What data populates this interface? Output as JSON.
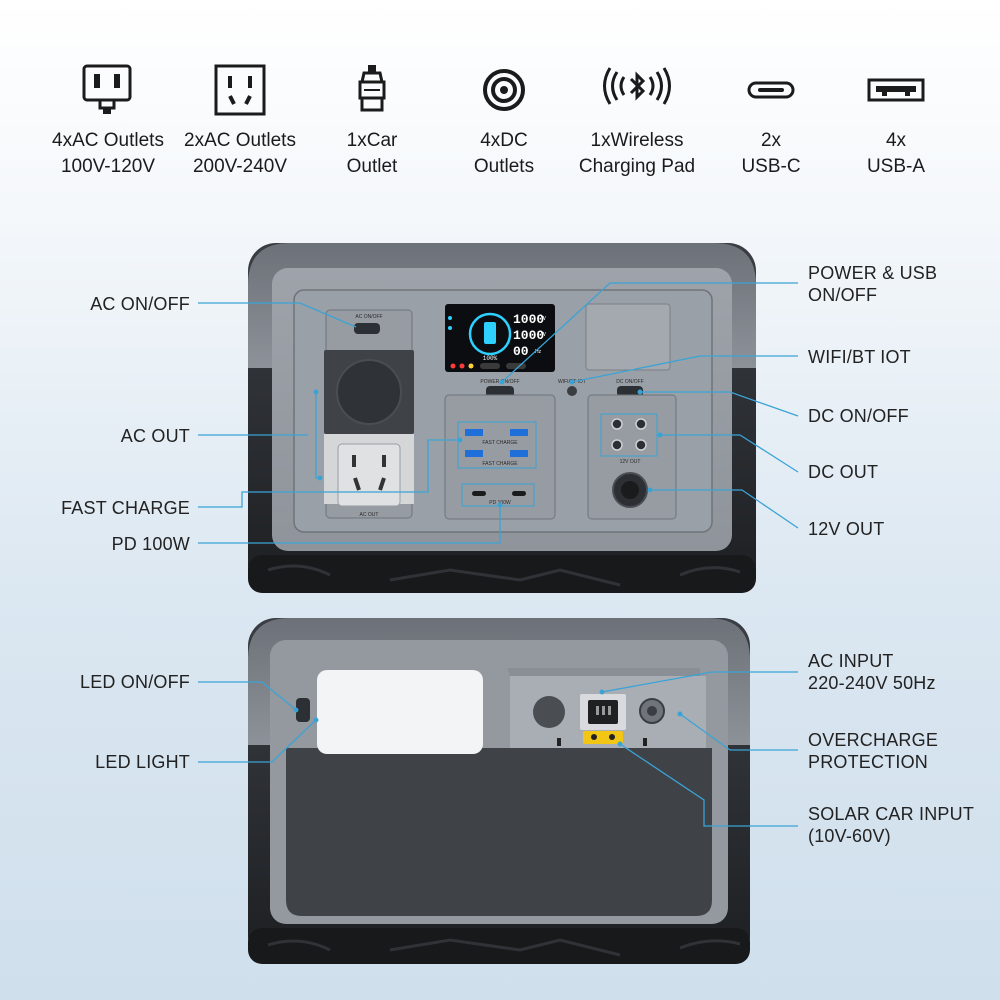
{
  "features": [
    {
      "icon": "ac-outlet-us-icon",
      "line1": "4xAC Outlets",
      "line2": "100V-120V"
    },
    {
      "icon": "ac-outlet-cn-icon",
      "line1": "2xAC Outlets",
      "line2": "200V-240V"
    },
    {
      "icon": "car-outlet-icon",
      "line1": "1xCar",
      "line2": "Outlet"
    },
    {
      "icon": "dc-outlet-icon",
      "line1": "4xDC",
      "line2": "Outlets"
    },
    {
      "icon": "wireless-charging-icon",
      "line1": "1xWireless",
      "line2": "Charging Pad"
    },
    {
      "icon": "usb-c-icon",
      "line1": "2x",
      "line2": "USB-C"
    },
    {
      "icon": "usb-a-icon",
      "line1": "4x",
      "line2": "USB-A"
    }
  ],
  "callouts_front": {
    "ac_onoff": "AC ON/OFF",
    "ac_out": "AC OUT",
    "fast_charge": "FAST CHARGE",
    "pd_100w": "PD 100W",
    "power_usb_1": "POWER & USB",
    "power_usb_2": "ON/OFF",
    "wifi_bt": "WIFI/BT IOT",
    "dc_onoff": "DC ON/OFF",
    "dc_out": "DC OUT",
    "out_12v": "12V OUT"
  },
  "callouts_back": {
    "led_onoff": "LED ON/OFF",
    "led_light": "LED LIGHT",
    "ac_input_1": "AC INPUT",
    "ac_input_2": "220-240V 50Hz",
    "overcharge_1": "OVERCHARGE",
    "overcharge_2": "PROTECTION",
    "solar_1": "SOLAR CAR INPUT",
    "solar_2": "(10V-60V)"
  },
  "device_labels": {
    "ac_onoff": "AC ON/OFF",
    "ac_out": "AC OUT",
    "power_onoff": "POWER ON/OFF",
    "wifi_bt": "WIFI/BT IOT",
    "dc_onoff": "DC ON/OFF",
    "fast_charge_1": "FAST CHARGE",
    "fast_charge_2": "FAST CHARGE",
    "pd_100w": "PD 100W",
    "out_12v": "12V OUT"
  },
  "display": {
    "percent": "100%",
    "row1": "1000",
    "row2": "1000",
    "row3": "00",
    "row1_unit": "W",
    "row2_unit": "W",
    "row3_unit": "Hz"
  },
  "colors": {
    "accent_line": "#3aa3d6",
    "body_dark": "#2c2f33",
    "body_gray": "#8f939a",
    "panel": "#a8adb4",
    "screen_cyan": "#2dd0ff"
  }
}
